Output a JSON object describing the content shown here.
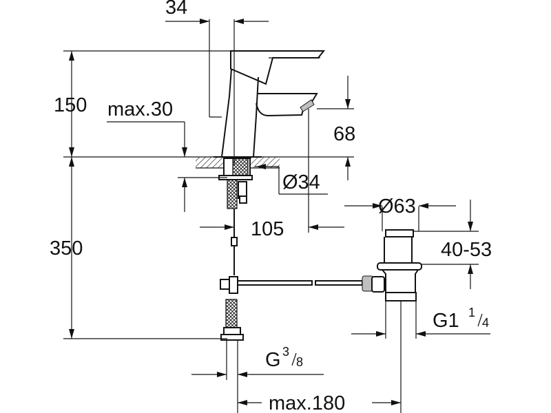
{
  "drawing": {
    "dims": {
      "d34": "34",
      "d150": "150",
      "dmax30": "max.30",
      "d68": "68",
      "dia34": "Ø34",
      "d105": "105",
      "d350": "350",
      "dia63": "Ø63",
      "d4053": "40-53",
      "g114_main": "G1",
      "g114_num": "1",
      "g114_den": "4",
      "g38_main": "G",
      "g38_num": "3",
      "g38_den": "8",
      "dmax180": "max.180"
    }
  }
}
